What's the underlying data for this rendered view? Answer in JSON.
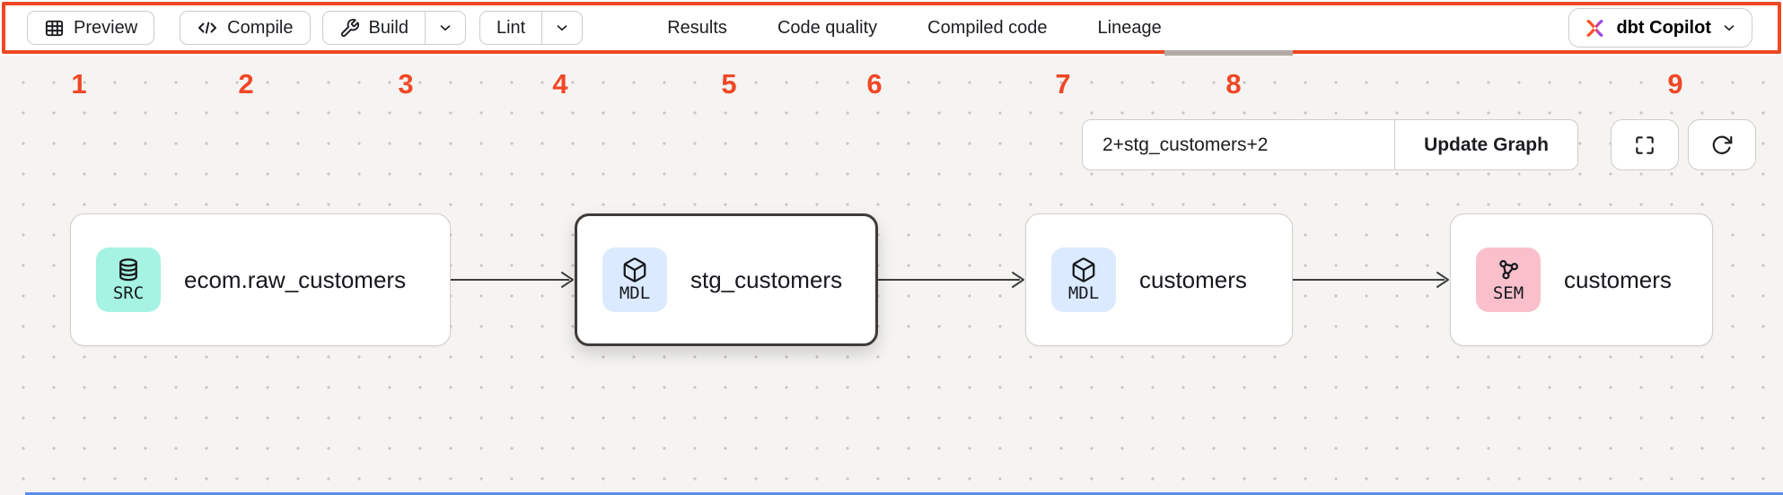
{
  "colors": {
    "annotation_red": "#ee4723",
    "number_red": "#f04726",
    "dbt_orange": "#ff4f1f",
    "copilot_purple": "#9043ff",
    "badge_src_teal": "#a5f3e0",
    "badge_mdl_blue": "#dbeafe",
    "badge_sem_pink": "#f9c0cb",
    "canvas_bg": "#f5f4f2",
    "bottom_bar_blue": "#5b8def",
    "selected_node_border": "#3f3b37"
  },
  "toolbar": {
    "preview": {
      "label": "Preview",
      "icon": "table-icon"
    },
    "compile": {
      "label": "Compile",
      "icon": "code-icon"
    },
    "build": {
      "label": "Build",
      "icon": "wrench-icon",
      "has_dropdown": true
    },
    "lint": {
      "label": "Lint",
      "has_dropdown": true
    },
    "tabs": [
      {
        "label": "Results",
        "active": false
      },
      {
        "label": "Code quality",
        "active": false
      },
      {
        "label": "Compiled code",
        "active": false
      },
      {
        "label": "Lineage",
        "active": true
      }
    ],
    "copilot": {
      "label": "dbt Copilot",
      "icon": "dbt-logo-icon",
      "has_dropdown": true
    }
  },
  "annotation_numbers": [
    "1",
    "2",
    "3",
    "4",
    "5",
    "6",
    "7",
    "8",
    "9"
  ],
  "lineage": {
    "selector": {
      "value": "2+stg_customers+2"
    },
    "update_button_label": "Update Graph",
    "nodes": [
      {
        "type": "source",
        "badge": "SRC",
        "title": "ecom.raw_customers",
        "selected": false,
        "icon": "database-icon"
      },
      {
        "type": "model",
        "badge": "MDL",
        "title": "stg_customers",
        "selected": true,
        "icon": "cube-icon"
      },
      {
        "type": "model",
        "badge": "MDL",
        "title": "customers",
        "selected": false,
        "icon": "cube-icon"
      },
      {
        "type": "semantic-model",
        "badge": "SEM",
        "title": "customers",
        "selected": false,
        "icon": "semantic-graph-icon"
      }
    ],
    "edges": [
      {
        "from": "ecom.raw_customers",
        "to": "stg_customers"
      },
      {
        "from": "stg_customers",
        "to": "customers"
      },
      {
        "from": "customers",
        "to": "customers"
      }
    ]
  }
}
